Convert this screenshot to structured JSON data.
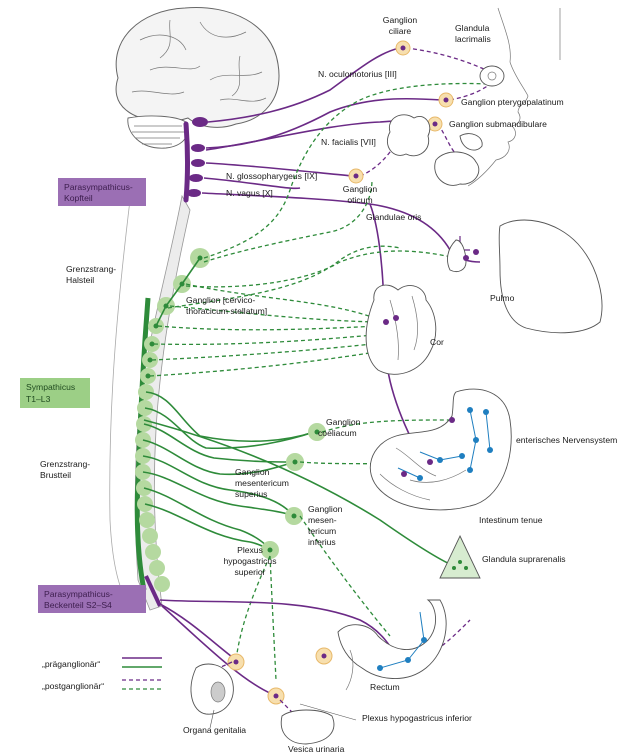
{
  "labels": {
    "ganglion_ciliare": [
      "Ganglion",
      "ciliare"
    ],
    "glandula_lacrimalis": [
      "Glandula",
      "lacrimalis"
    ],
    "n_oculomotorius": "N. oculomotorius [III]",
    "ganglion_pterygopalatinum": "Ganglion pterygopalatinum",
    "ganglion_submandibulare": "Ganglion submandibulare",
    "n_facialis": "N. facialis [VII]",
    "n_glossopharygeus": "N. glossopharygeus [IX]",
    "ganglion_oticum": [
      "Ganglion",
      "oticum"
    ],
    "n_vagus": "N. vagus [X]",
    "glandulae_oris": "Glandulae oris",
    "grenzstrang_halsteil": [
      "Grenzstrang-",
      "Halsteil"
    ],
    "ganglion_cervicothoracicum": [
      "Ganglion [cervico-",
      "thoracicum stellatum]"
    ],
    "pulmo": "Pulmo",
    "cor": "Cor",
    "ganglion_coeliacum": [
      "Ganglion",
      "coeliacum"
    ],
    "enterisches_nervensystem": "enterisches Nervensystem",
    "grenzstrang_brustteil": [
      "Grenzstrang-",
      "Brustteil"
    ],
    "ganglion_mesentericum_superius": [
      "Ganglion",
      "mesentericum",
      "superius"
    ],
    "intestinum_tenue": "Intestinum tenue",
    "ganglion_mesentericum_inferius": [
      "Ganglion",
      "mesen-",
      "tericum",
      "inferius"
    ],
    "plexus_hypogastricus_superior": [
      "Plexus",
      "hypogastricus",
      "superior"
    ],
    "glandula_suprarenalis": "Glandula suprarenalis",
    "rectum": "Rectum",
    "organa_genitalia": "Organa genitalia",
    "plexus_hypogastricus_inferior": "Plexus hypogastricus inferior",
    "vesica_urinaria": "Vesica urinaria"
  },
  "boxes": {
    "parasympathicus_kopfteil": [
      "Parasympathicus-",
      "Kopfteil"
    ],
    "sympathicus": [
      "Sympathicus",
      "T1–L3"
    ],
    "parasympathicus_beckenteil": [
      "Parasympathicus-",
      "Beckenteil S2–S4"
    ]
  },
  "legend": {
    "praeganglionaer": "„präganglionär“",
    "postganglionaer": "„postganglionär“"
  },
  "colors": {
    "parasympathetic": "#6b2a86",
    "sympathetic": "#2e8b3a",
    "enteric": "#1f7fc0",
    "parasympathetic_box": "#9b6fb4",
    "sympathetic_box": "#9ccf86",
    "parasympathetic_ganglion": "#f7dfae",
    "sympathetic_ganglion": "#b5d9a0"
  }
}
